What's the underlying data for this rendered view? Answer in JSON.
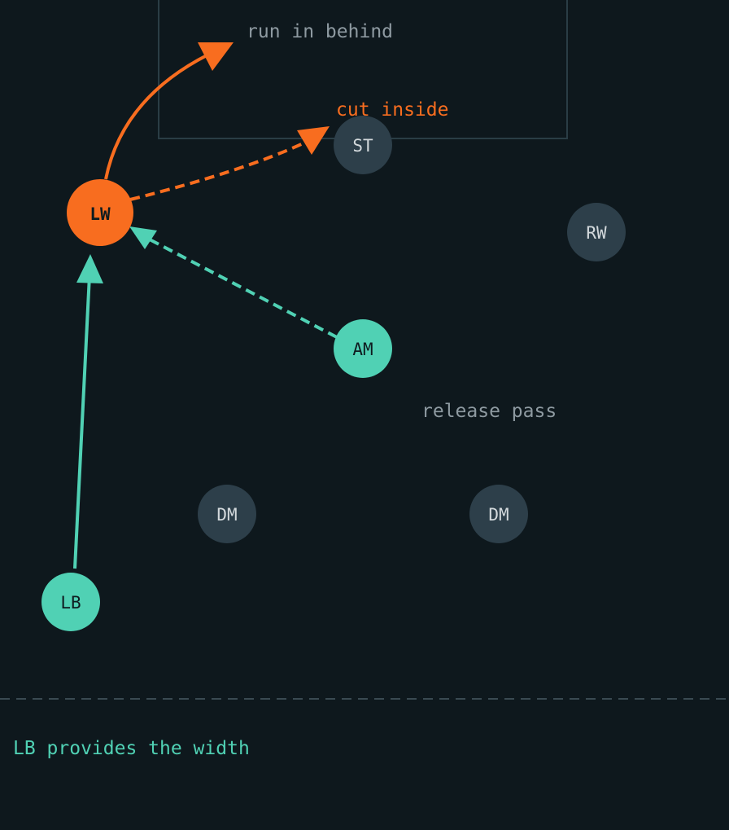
{
  "colors": {
    "background": "#0e181d",
    "box_stroke": "#2a3d45",
    "divider": "#3a4a52",
    "orange": "#f86d1f",
    "teal": "#50d1b4",
    "gray_player": "#2d3f4a",
    "gray_text": "#8e9aa1",
    "player_text_light": "#d3d9dc",
    "player_text_dark": "#0f1c20"
  },
  "players": [
    {
      "id": "st",
      "label": "ST",
      "role": "opponent"
    },
    {
      "id": "lw",
      "label": "LW",
      "role": "focus"
    },
    {
      "id": "rw",
      "label": "RW",
      "role": "opponent"
    },
    {
      "id": "am",
      "label": "AM",
      "role": "support"
    },
    {
      "id": "dm1",
      "label": "DM",
      "role": "opponent"
    },
    {
      "id": "dm2",
      "label": "DM",
      "role": "opponent"
    },
    {
      "id": "lb",
      "label": "LB",
      "role": "support"
    }
  ],
  "annotations": {
    "run_in_behind": "run in behind",
    "cut_inside": "cut inside",
    "release_pass": "release pass",
    "lb_width": "LB provides the width"
  }
}
